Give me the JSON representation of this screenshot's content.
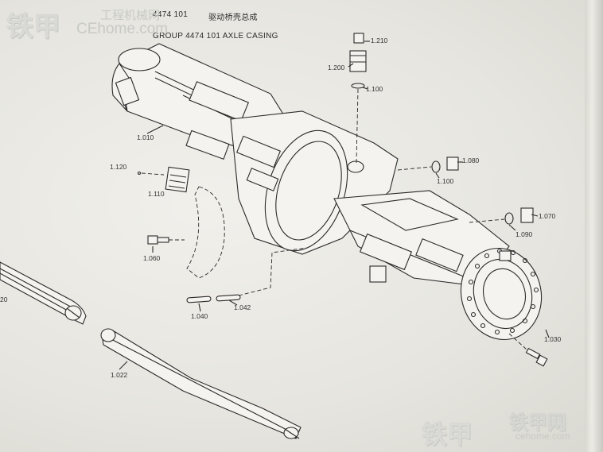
{
  "header": {
    "code_line": "4474   101",
    "chinese_title": "驱动桥壳总成",
    "group_line": "GROUP    4474  101   AXLE CASING"
  },
  "part_labels": {
    "p1210": "1.210",
    "p1200": "1.200",
    "p1100a": "1.100",
    "p1010": "1.010",
    "p1120": "1.120",
    "p1110": "1.110",
    "p1080": "1.080",
    "p1100b": "1.100",
    "p1070": "1.070",
    "p1090": "1.090",
    "p1060": "1.060",
    "p1040": "1.040",
    "p1042": "1.042",
    "p1030": "1.030",
    "p1022": "1.022",
    "p20": "20"
  },
  "watermarks": {
    "top_logo": "铁甲",
    "top_cn": "工程机械网",
    "top_domain": "CEhome.com",
    "bottom_logo": "铁甲",
    "bottom_cn": "铁甲网",
    "bottom_domain": "cehome.com"
  },
  "colors": {
    "paper": "#e8e7e1",
    "ink": "#2a2a2a",
    "watermark": "#d9dad6"
  }
}
